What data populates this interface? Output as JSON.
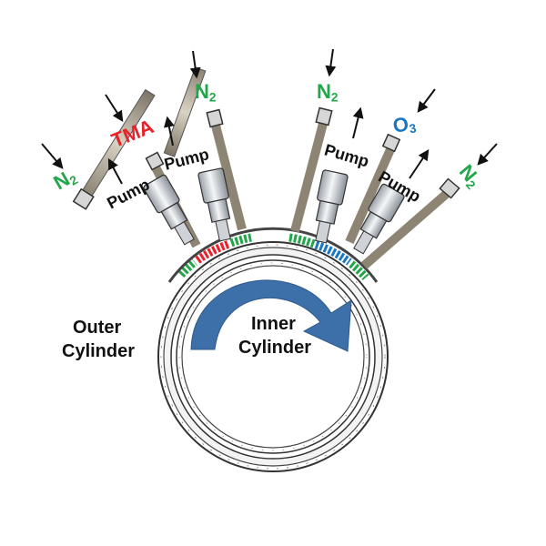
{
  "labels": {
    "outer_line1": "Outer",
    "outer_line2": "Cylinder",
    "inner_line1": "Inner",
    "inner_line2": "Cylinder",
    "pump": "Pump",
    "tma": "TMA",
    "n2_base": "N",
    "n2_sub": "2",
    "o3_base": "O",
    "o3_sub": "3"
  },
  "colors": {
    "n2": "#22a64a",
    "tma": "#e8212a",
    "o3": "#1a78c2",
    "rotation_arrow": "#3d6fa8",
    "text": "#111111"
  }
}
